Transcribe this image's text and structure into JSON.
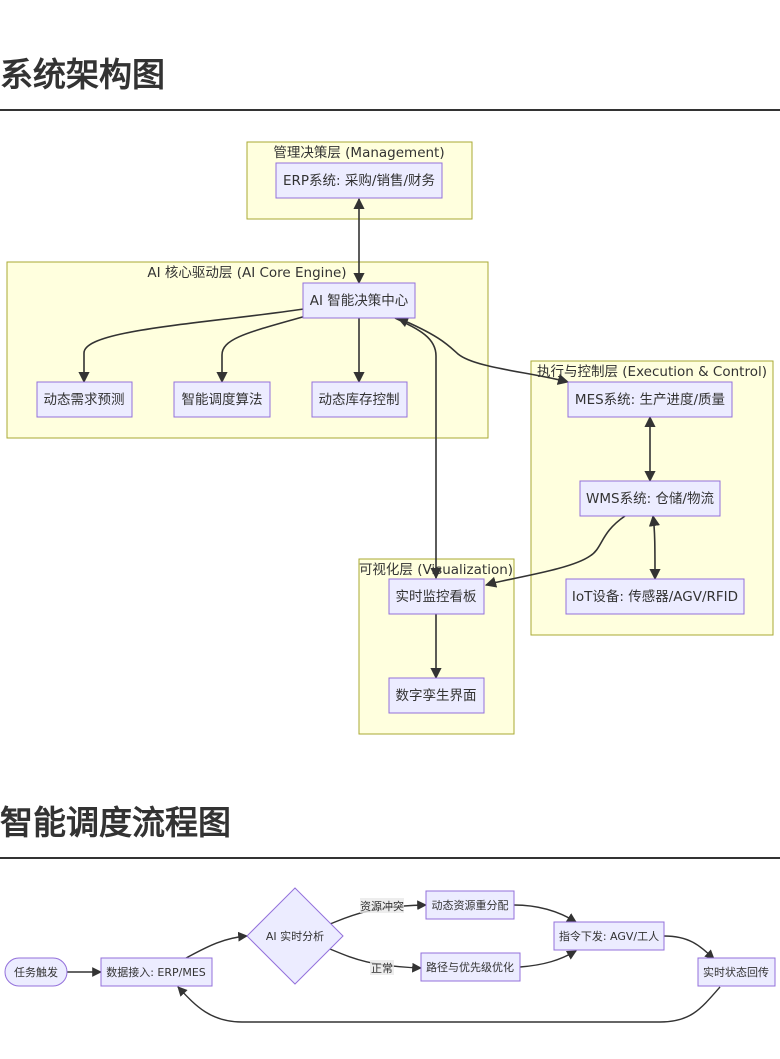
{
  "sections": {
    "architecture_title": "系统架构图",
    "flow_title": "智能调度流程图"
  },
  "architecture": {
    "groups": {
      "management": "管理决策层 (Management)",
      "ai_core": "AI 核心驱动层 (AI Core Engine)",
      "execution": "执行与控制层 (Execution & Control)",
      "visualization": "可视化层 (Visualization)"
    },
    "nodes": {
      "erp": "ERP系统: 采购/销售/财务",
      "ai_center": "AI 智能决策中心",
      "demand_forecast": "动态需求预测",
      "scheduling_algo": "智能调度算法",
      "inventory_control": "动态库存控制",
      "mes": "MES系统: 生产进度/质量",
      "wms": "WMS系统: 仓储/物流",
      "iot": "IoT设备: 传感器/AGV/RFID",
      "dashboard": "实时监控看板",
      "digital_twin": "数字孪生界面"
    }
  },
  "flow": {
    "nodes": {
      "trigger": "任务触发",
      "data_ingest": "数据接入: ERP/MES",
      "ai_analysis": "AI 实时分析",
      "realloc": "动态资源重分配",
      "path_opt": "路径与优先级优化",
      "dispatch": "指令下发: AGV/工人",
      "feedback": "实时状态回传"
    },
    "edge_labels": {
      "conflict": "资源冲突",
      "normal": "正常"
    }
  },
  "colors": {
    "group_fill": "#ffffde",
    "group_stroke": "#aaaa33",
    "node_fill": "#ececff",
    "node_stroke": "#9370db",
    "edge": "#333333"
  }
}
